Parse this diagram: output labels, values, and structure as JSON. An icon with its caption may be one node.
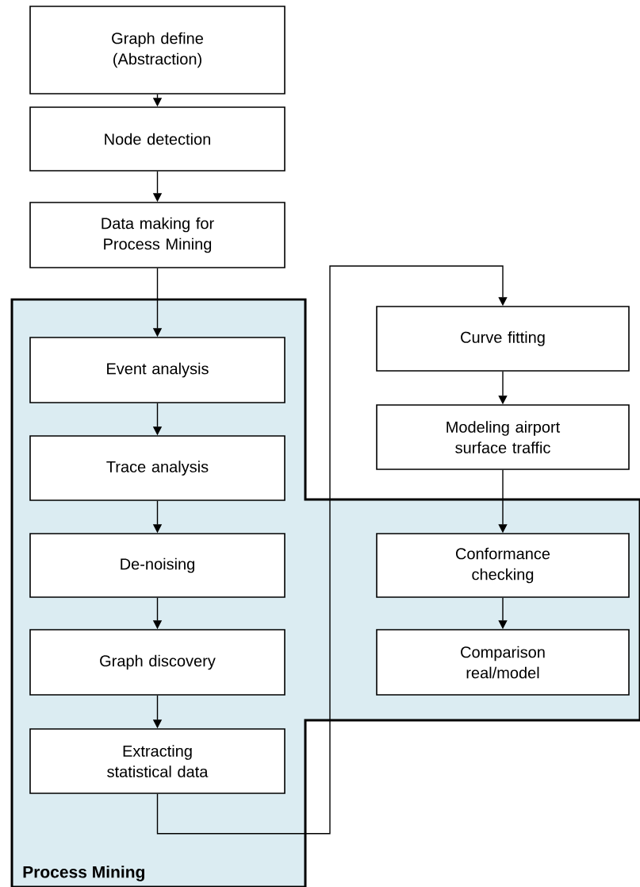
{
  "diagram": {
    "nodes": [
      {
        "text": [
          "Graph define (Abstraction)"
        ]
      },
      {
        "text": [
          "Node detection"
        ]
      },
      {
        "text": [
          "Data making for Process Mining"
        ]
      },
      {
        "text": [
          "Process Mining"
        ]
      },
      {
        "text": [
          "Event analysis"
        ],
        "in": 3
      },
      {
        "text": [
          "Trace analysis"
        ],
        "in": 3
      },
      {
        "text": [
          "De-noising"
        ],
        "in": 3
      },
      {
        "text": [
          "Graph discovery"
        ],
        "in": 3
      },
      {
        "text": [
          "Extracting statistical data"
        ],
        "in": 3
      },
      {
        "text": [
          "Curve fitting"
        ]
      },
      {
        "text": [
          "Modeling airport surface traffic"
        ]
      },
      {
        "text": [
          "Conformance checking"
        ],
        "in": 3
      },
      {
        "text": [
          "Comparison real/model"
        ],
        "in": 3
      }
    ],
    "edges": [
      {
        "from": 0,
        "to": 1,
        "arrow": "to"
      },
      {
        "from": 1,
        "to": 2,
        "arrow": "to"
      },
      {
        "from": 2,
        "to": 4,
        "arrow": "to"
      },
      {
        "from": 4,
        "to": 5,
        "arrow": "to"
      },
      {
        "from": 5,
        "to": 6,
        "arrow": "to"
      },
      {
        "from": 6,
        "to": 7,
        "arrow": "to"
      },
      {
        "from": 7,
        "to": 8,
        "arrow": "to"
      },
      {
        "from": 8,
        "to": 9,
        "arrow": "to"
      },
      {
        "from": 9,
        "to": 10,
        "arrow": "to"
      },
      {
        "from": 10,
        "to": 11,
        "arrow": "to"
      },
      {
        "from": 11,
        "to": 12,
        "arrow": "to"
      }
    ]
  }
}
